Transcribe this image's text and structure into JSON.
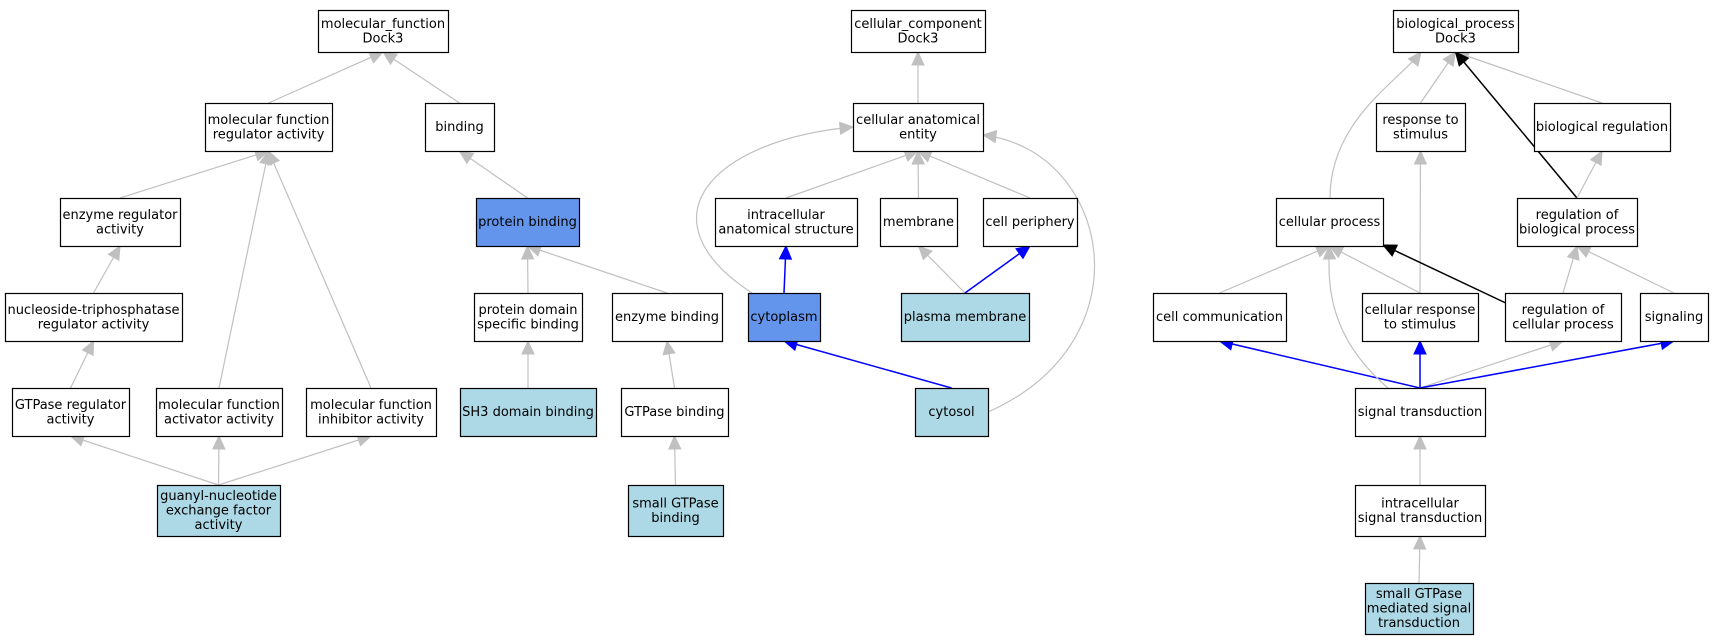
{
  "colors": {
    "node_default": "#ffffff",
    "node_light": "#add8e6",
    "node_dark": "#6495ed",
    "edge_gray": "#c0c0c0",
    "edge_blue": "#0000ff",
    "edge_black": "#000000"
  },
  "nodes": [
    {
      "id": "mf_root",
      "lines": [
        "molecular_function",
        "Dock3"
      ],
      "fill": "default"
    },
    {
      "id": "mf_reg_act",
      "lines": [
        "molecular function",
        "regulator activity"
      ],
      "fill": "default"
    },
    {
      "id": "binding",
      "lines": [
        "binding"
      ],
      "fill": "default"
    },
    {
      "id": "enzyme_reg",
      "lines": [
        "enzyme regulator",
        "activity"
      ],
      "fill": "default"
    },
    {
      "id": "ntp_reg",
      "lines": [
        "nucleoside-triphosphatase",
        "regulator activity"
      ],
      "fill": "default"
    },
    {
      "id": "gtpase_reg",
      "lines": [
        "GTPase regulator",
        "activity"
      ],
      "fill": "default"
    },
    {
      "id": "mf_activator",
      "lines": [
        "molecular function",
        "activator activity"
      ],
      "fill": "default"
    },
    {
      "id": "mf_inhibitor",
      "lines": [
        "molecular function",
        "inhibitor activity"
      ],
      "fill": "default"
    },
    {
      "id": "gef",
      "lines": [
        "guanyl-nucleotide",
        "exchange factor",
        "activity"
      ],
      "fill": "light"
    },
    {
      "id": "protein_binding",
      "lines": [
        "protein binding"
      ],
      "fill": "dark"
    },
    {
      "id": "pdsb",
      "lines": [
        "protein domain",
        "specific binding"
      ],
      "fill": "default"
    },
    {
      "id": "enzyme_binding",
      "lines": [
        "enzyme binding"
      ],
      "fill": "default"
    },
    {
      "id": "sh3",
      "lines": [
        "SH3 domain binding"
      ],
      "fill": "light"
    },
    {
      "id": "gtpase_binding",
      "lines": [
        "GTPase binding"
      ],
      "fill": "default"
    },
    {
      "id": "small_gtpase_binding",
      "lines": [
        "small GTPase",
        "binding"
      ],
      "fill": "light"
    },
    {
      "id": "cc_root",
      "lines": [
        "cellular_component",
        "Dock3"
      ],
      "fill": "default"
    },
    {
      "id": "cae",
      "lines": [
        "cellular anatomical",
        "entity"
      ],
      "fill": "default"
    },
    {
      "id": "ias",
      "lines": [
        "intracellular",
        "anatomical structure"
      ],
      "fill": "default"
    },
    {
      "id": "membrane",
      "lines": [
        "membrane"
      ],
      "fill": "default"
    },
    {
      "id": "cell_periphery",
      "lines": [
        "cell periphery"
      ],
      "fill": "default"
    },
    {
      "id": "cytoplasm",
      "lines": [
        "cytoplasm"
      ],
      "fill": "dark"
    },
    {
      "id": "plasma_membrane",
      "lines": [
        "plasma membrane"
      ],
      "fill": "light"
    },
    {
      "id": "cytosol",
      "lines": [
        "cytosol"
      ],
      "fill": "light"
    },
    {
      "id": "bp_root",
      "lines": [
        "biological_process",
        "Dock3"
      ],
      "fill": "default"
    },
    {
      "id": "resp_stim",
      "lines": [
        "response to",
        "stimulus"
      ],
      "fill": "default"
    },
    {
      "id": "bio_reg",
      "lines": [
        "biological regulation"
      ],
      "fill": "default"
    },
    {
      "id": "cell_proc",
      "lines": [
        "cellular process"
      ],
      "fill": "default"
    },
    {
      "id": "reg_bio_proc",
      "lines": [
        "regulation of",
        "biological process"
      ],
      "fill": "default"
    },
    {
      "id": "cell_comm",
      "lines": [
        "cell communication"
      ],
      "fill": "default"
    },
    {
      "id": "cell_resp_stim",
      "lines": [
        "cellular response",
        "to stimulus"
      ],
      "fill": "default"
    },
    {
      "id": "reg_cell_proc",
      "lines": [
        "regulation of",
        "cellular process"
      ],
      "fill": "default"
    },
    {
      "id": "signaling",
      "lines": [
        "signaling"
      ],
      "fill": "default"
    },
    {
      "id": "sig_trans",
      "lines": [
        "signal transduction"
      ],
      "fill": "default"
    },
    {
      "id": "intra_sig",
      "lines": [
        "intracellular",
        "signal transduction"
      ],
      "fill": "default"
    },
    {
      "id": "small_gtpase_sig",
      "lines": [
        "small GTPase",
        "mediated signal",
        "transduction"
      ],
      "fill": "light"
    }
  ],
  "edges": [
    {
      "from": "mf_reg_act",
      "to": "mf_root",
      "color": "gray"
    },
    {
      "from": "binding",
      "to": "mf_root",
      "color": "gray"
    },
    {
      "from": "enzyme_reg",
      "to": "mf_reg_act",
      "color": "gray"
    },
    {
      "from": "mf_activator",
      "to": "mf_reg_act",
      "color": "gray"
    },
    {
      "from": "mf_inhibitor",
      "to": "mf_reg_act",
      "color": "gray"
    },
    {
      "from": "ntp_reg",
      "to": "enzyme_reg",
      "color": "gray"
    },
    {
      "from": "gtpase_reg",
      "to": "ntp_reg",
      "color": "gray"
    },
    {
      "from": "gef",
      "to": "gtpase_reg",
      "color": "gray"
    },
    {
      "from": "gef",
      "to": "mf_activator",
      "color": "gray"
    },
    {
      "from": "gef",
      "to": "mf_inhibitor",
      "color": "gray"
    },
    {
      "from": "protein_binding",
      "to": "binding",
      "color": "gray"
    },
    {
      "from": "pdsb",
      "to": "protein_binding",
      "color": "gray"
    },
    {
      "from": "enzyme_binding",
      "to": "protein_binding",
      "color": "gray"
    },
    {
      "from": "sh3",
      "to": "pdsb",
      "color": "gray"
    },
    {
      "from": "gtpase_binding",
      "to": "enzyme_binding",
      "color": "gray"
    },
    {
      "from": "small_gtpase_binding",
      "to": "gtpase_binding",
      "color": "gray"
    },
    {
      "from": "cae",
      "to": "cc_root",
      "color": "gray"
    },
    {
      "from": "ias",
      "to": "cae",
      "color": "gray"
    },
    {
      "from": "membrane",
      "to": "cae",
      "color": "gray"
    },
    {
      "from": "cell_periphery",
      "to": "cae",
      "color": "gray"
    },
    {
      "from": "cytoplasm",
      "to": "ias",
      "color": "blue"
    },
    {
      "from": "cytoplasm",
      "to": "cae",
      "color": "gray"
    },
    {
      "from": "plasma_membrane",
      "to": "membrane",
      "color": "gray"
    },
    {
      "from": "plasma_membrane",
      "to": "cell_periphery",
      "color": "blue"
    },
    {
      "from": "cytosol",
      "to": "cytoplasm",
      "color": "blue"
    },
    {
      "from": "cytosol",
      "to": "cae",
      "color": "gray"
    },
    {
      "from": "cell_proc",
      "to": "bp_root",
      "color": "gray"
    },
    {
      "from": "resp_stim",
      "to": "bp_root",
      "color": "gray"
    },
    {
      "from": "bio_reg",
      "to": "bp_root",
      "color": "gray"
    },
    {
      "from": "reg_bio_proc",
      "to": "bp_root",
      "color": "black"
    },
    {
      "from": "reg_bio_proc",
      "to": "bio_reg",
      "color": "gray"
    },
    {
      "from": "cell_comm",
      "to": "cell_proc",
      "color": "gray"
    },
    {
      "from": "cell_resp_stim",
      "to": "cell_proc",
      "color": "gray"
    },
    {
      "from": "cell_resp_stim",
      "to": "resp_stim",
      "color": "gray"
    },
    {
      "from": "reg_cell_proc",
      "to": "cell_proc",
      "color": "black"
    },
    {
      "from": "reg_cell_proc",
      "to": "reg_bio_proc",
      "color": "gray"
    },
    {
      "from": "signaling",
      "to": "reg_bio_proc",
      "color": "gray"
    },
    {
      "from": "sig_trans",
      "to": "cell_comm",
      "color": "blue"
    },
    {
      "from": "sig_trans",
      "to": "cell_proc",
      "color": "gray"
    },
    {
      "from": "sig_trans",
      "to": "cell_resp_stim",
      "color": "blue"
    },
    {
      "from": "sig_trans",
      "to": "reg_cell_proc",
      "color": "gray"
    },
    {
      "from": "sig_trans",
      "to": "signaling",
      "color": "blue"
    },
    {
      "from": "intra_sig",
      "to": "sig_trans",
      "color": "gray"
    },
    {
      "from": "small_gtpase_sig",
      "to": "intra_sig",
      "color": "gray"
    }
  ]
}
